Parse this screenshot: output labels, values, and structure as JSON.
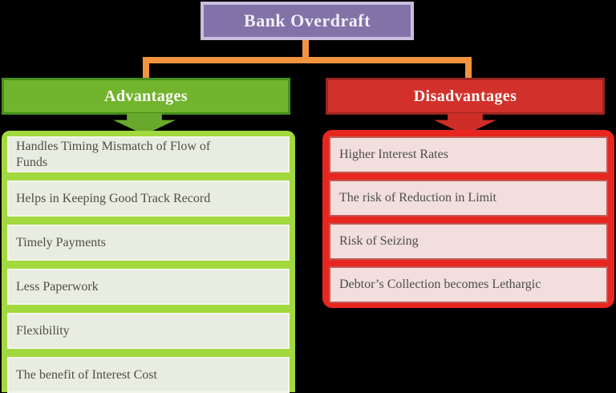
{
  "title": {
    "label": "Bank Overdraft"
  },
  "advantages": {
    "header": "Advantages",
    "items": [
      "Handles Timing Mismatch of Flow of Funds",
      "Helps in Keeping Good Track Record",
      "Timely Payments",
      "Less Paperwork",
      "Flexibility",
      "The benefit of Interest Cost"
    ]
  },
  "disadvantages": {
    "header": "Disadvantages",
    "items": [
      "Higher Interest Rates",
      "The risk of Reduction in Limit",
      "Risk of Seizing",
      "Debtor’s Collection becomes Lethargic"
    ]
  },
  "icons": {
    "advantages_arrow": "down-arrow",
    "disadvantages_arrow": "down-arrow"
  },
  "colors": {
    "purple": "#8172a8",
    "purple-border": "#c9bedd",
    "orange": "#f2943f",
    "green": "#72b42e",
    "green-dark": "#478f1b",
    "green-arrow": "#68a92c",
    "green-bright": "#a2d93e",
    "green-item": "#e9ece1",
    "red": "#d2312b",
    "red-dark": "#9e2420",
    "red-arrow": "#ce2d28",
    "red-bright": "#e7261f",
    "red-item": "#f1dedd"
  }
}
